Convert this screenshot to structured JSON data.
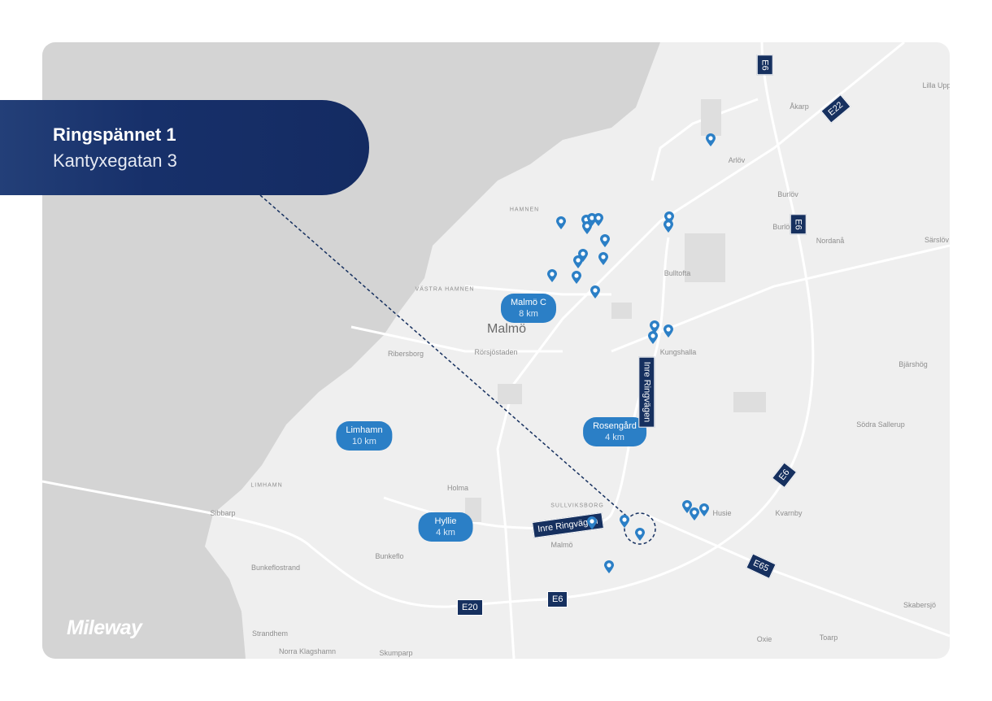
{
  "header": {
    "title": "Ringspännet 1",
    "subtitle": "Kantyxegatan 3"
  },
  "brand": {
    "logo": "Mileway"
  },
  "colors": {
    "navy": "#16305f",
    "pill_blue": "#2b7fc6",
    "water": "#d4d4d4",
    "land": "#efefef"
  },
  "destinations": [
    {
      "name": "Malmö C",
      "distance": "8 km"
    },
    {
      "name": "Limhamn",
      "distance": "10 km"
    },
    {
      "name": "Rosengård",
      "distance": "4 km"
    },
    {
      "name": "Hyllie",
      "distance": "4 km"
    }
  ],
  "roads": [
    "E6",
    "E22",
    "E6",
    "E6",
    "E65",
    "E20",
    "E6",
    "Inre Ringvägen",
    "Inre Ringvägen"
  ],
  "places": [
    "Malmö",
    "HAMNEN",
    "VÄSTRA HAMNEN",
    "Ribersborg",
    "Rörsjöstaden",
    "Bulltofta",
    "Kungshalla",
    "Arlöv",
    "Åkarp",
    "Burlöv",
    "Burlöv",
    "Nordanå",
    "Särslöv",
    "Lilla Upp",
    "Bjärshög",
    "Södra Sallerup",
    "Husie",
    "Kvarnby",
    "Skabersjö",
    "Toarp",
    "Oxie",
    "Holma",
    "SULLVIKSBORG",
    "Malmö",
    "Bunkeflo",
    "Bunkeflostrand",
    "Sibbarp",
    "LIMHAMN",
    "Strandhem",
    "Norra Klagshamn",
    "Skumparp"
  ],
  "icons": {
    "pin": "map-pin-icon",
    "target": "target-circle-icon"
  }
}
